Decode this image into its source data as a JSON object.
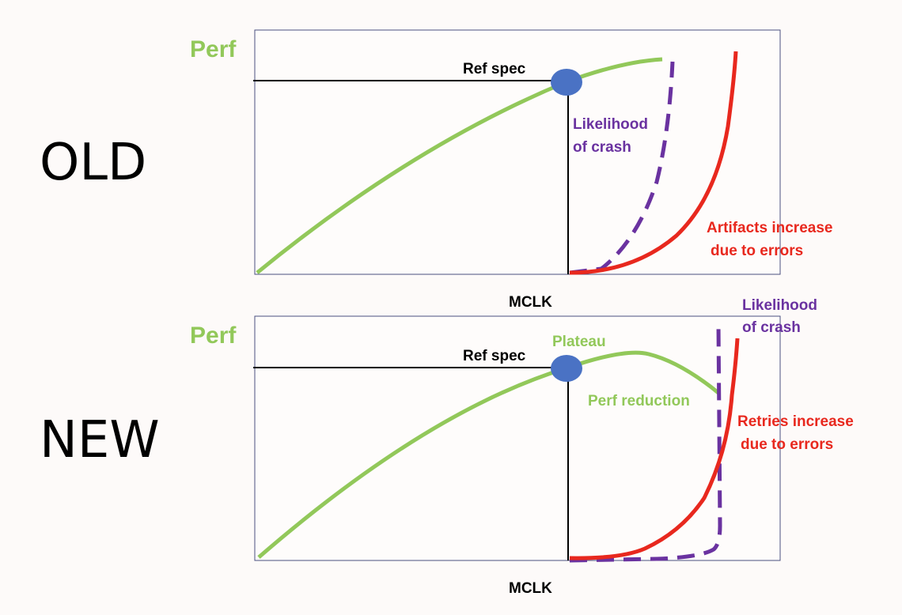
{
  "colors": {
    "perf": "#92c85a",
    "crash": "#6a32a0",
    "errors": "#e8281e",
    "ref_dot": "#4a72c4",
    "frame": "#4a5080"
  },
  "old_panel": {
    "label": "OLD",
    "y_label": "Perf",
    "x_label": "MCLK",
    "ref_spec": "Ref spec",
    "crash_label": [
      "Likelihood",
      "of crash"
    ],
    "errors_label": [
      "Artifacts increase",
      "due to errors"
    ]
  },
  "new_panel": {
    "label": "NEW",
    "y_label": "Perf",
    "x_label": "MCLK",
    "ref_spec": "Ref spec",
    "plateau_label": "Plateau",
    "reduction_label": "Perf reduction",
    "crash_label": [
      "Likelihood",
      "of crash"
    ],
    "errors_label": [
      "Retries increase",
      "due to errors"
    ]
  }
}
